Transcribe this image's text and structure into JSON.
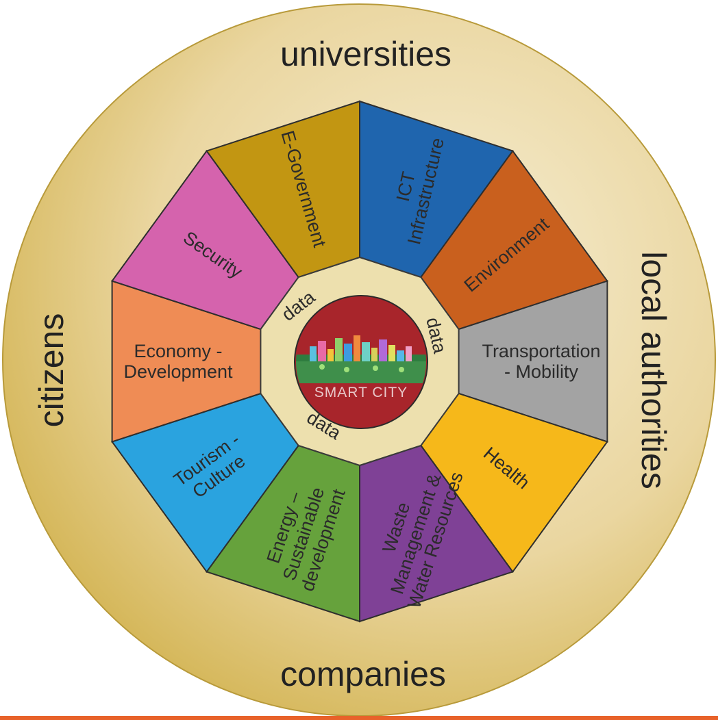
{
  "stakeholders": {
    "top": "universities",
    "bottom": "companies",
    "left": "citizens",
    "right": "local authorities"
  },
  "segments": [
    {
      "id": "ict-infrastructure",
      "lines": [
        "ICT",
        "Infrastructure"
      ],
      "color": "#1f65ae"
    },
    {
      "id": "environment",
      "lines": [
        "Environment"
      ],
      "color": "#c9601e"
    },
    {
      "id": "transportation-mobility",
      "lines": [
        "Transportation",
        "- Mobility"
      ],
      "color": "#a3a3a3"
    },
    {
      "id": "health",
      "lines": [
        "Health"
      ],
      "color": "#f6b81a"
    },
    {
      "id": "waste-water",
      "lines": [
        "Waste",
        "Management &",
        "Water Resources"
      ],
      "color": "#7f4196"
    },
    {
      "id": "energy",
      "lines": [
        "Energy –",
        "Sustainable",
        "development"
      ],
      "color": "#66a23c"
    },
    {
      "id": "tourism-culture",
      "lines": [
        "Tourism -",
        "Culture"
      ],
      "color": "#2aa3df"
    },
    {
      "id": "economy-development",
      "lines": [
        "Economy -",
        "Development"
      ],
      "color": "#ef8c55"
    },
    {
      "id": "security",
      "lines": [
        "Security"
      ],
      "color": "#d563ad"
    },
    {
      "id": "e-government",
      "lines": [
        "E-Government"
      ],
      "color": "#c29612"
    }
  ],
  "data_labels": [
    "data",
    "data",
    "data"
  ],
  "center": {
    "label": "SMART CITY"
  },
  "colors": {
    "outer_ring": "#d9bb5a",
    "outer_ring_light": "#f3e9c9",
    "inner_ring": "#ede0ae",
    "center_disc": "#a8252b",
    "city_band": "#3f8f4b",
    "rule": "#e8622a"
  }
}
